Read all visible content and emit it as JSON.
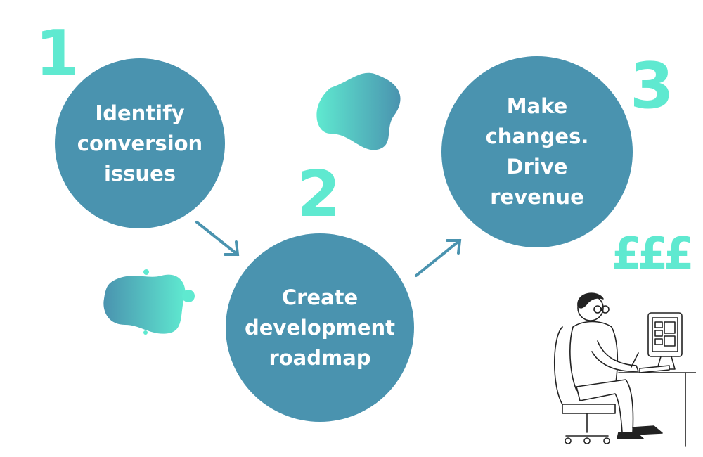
{
  "colors": {
    "circle": "#4a93af",
    "accent": "#5fe9d0",
    "blob_dark": "#4a93af",
    "arrow": "#4a93af"
  },
  "steps": [
    {
      "number": "1",
      "label": "Identify\nconversion\nissues"
    },
    {
      "number": "2",
      "label": "Create\ndevelopment\nroadmap"
    },
    {
      "number": "3",
      "label": "Make\nchanges.\nDrive\nrevenue"
    }
  ],
  "currency": "£££",
  "illustration": {
    "icon": "person-at-computer-icon"
  }
}
